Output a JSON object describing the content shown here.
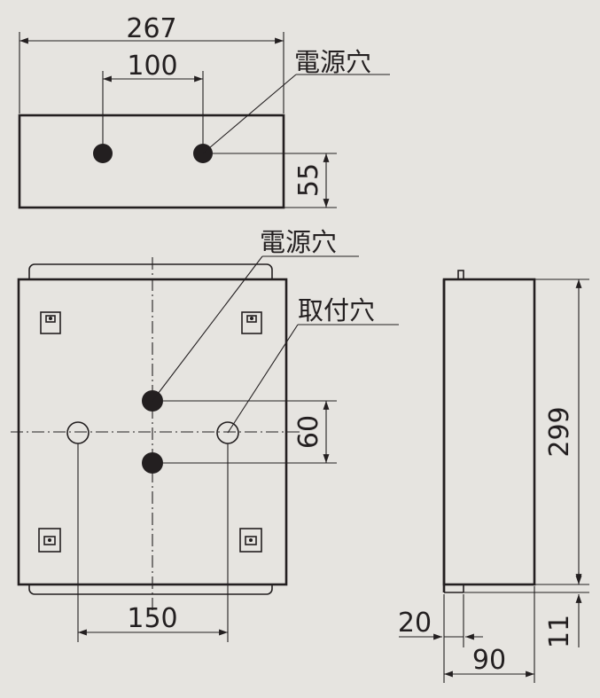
{
  "dimensions": {
    "top_width": "267",
    "hole_spacing": "100",
    "hole_height": "55",
    "front_hole_spacing": "60",
    "mount_hole_spacing": "150",
    "side_height": "299",
    "side_depth": "90",
    "side_offset": "20",
    "side_bottom": "11"
  },
  "labels": {
    "power_hole_top": "電源穴",
    "power_hole_front": "電源穴",
    "mount_hole": "取付穴"
  },
  "colors": {
    "line": "#231f20",
    "background": "#e6e4e0"
  }
}
